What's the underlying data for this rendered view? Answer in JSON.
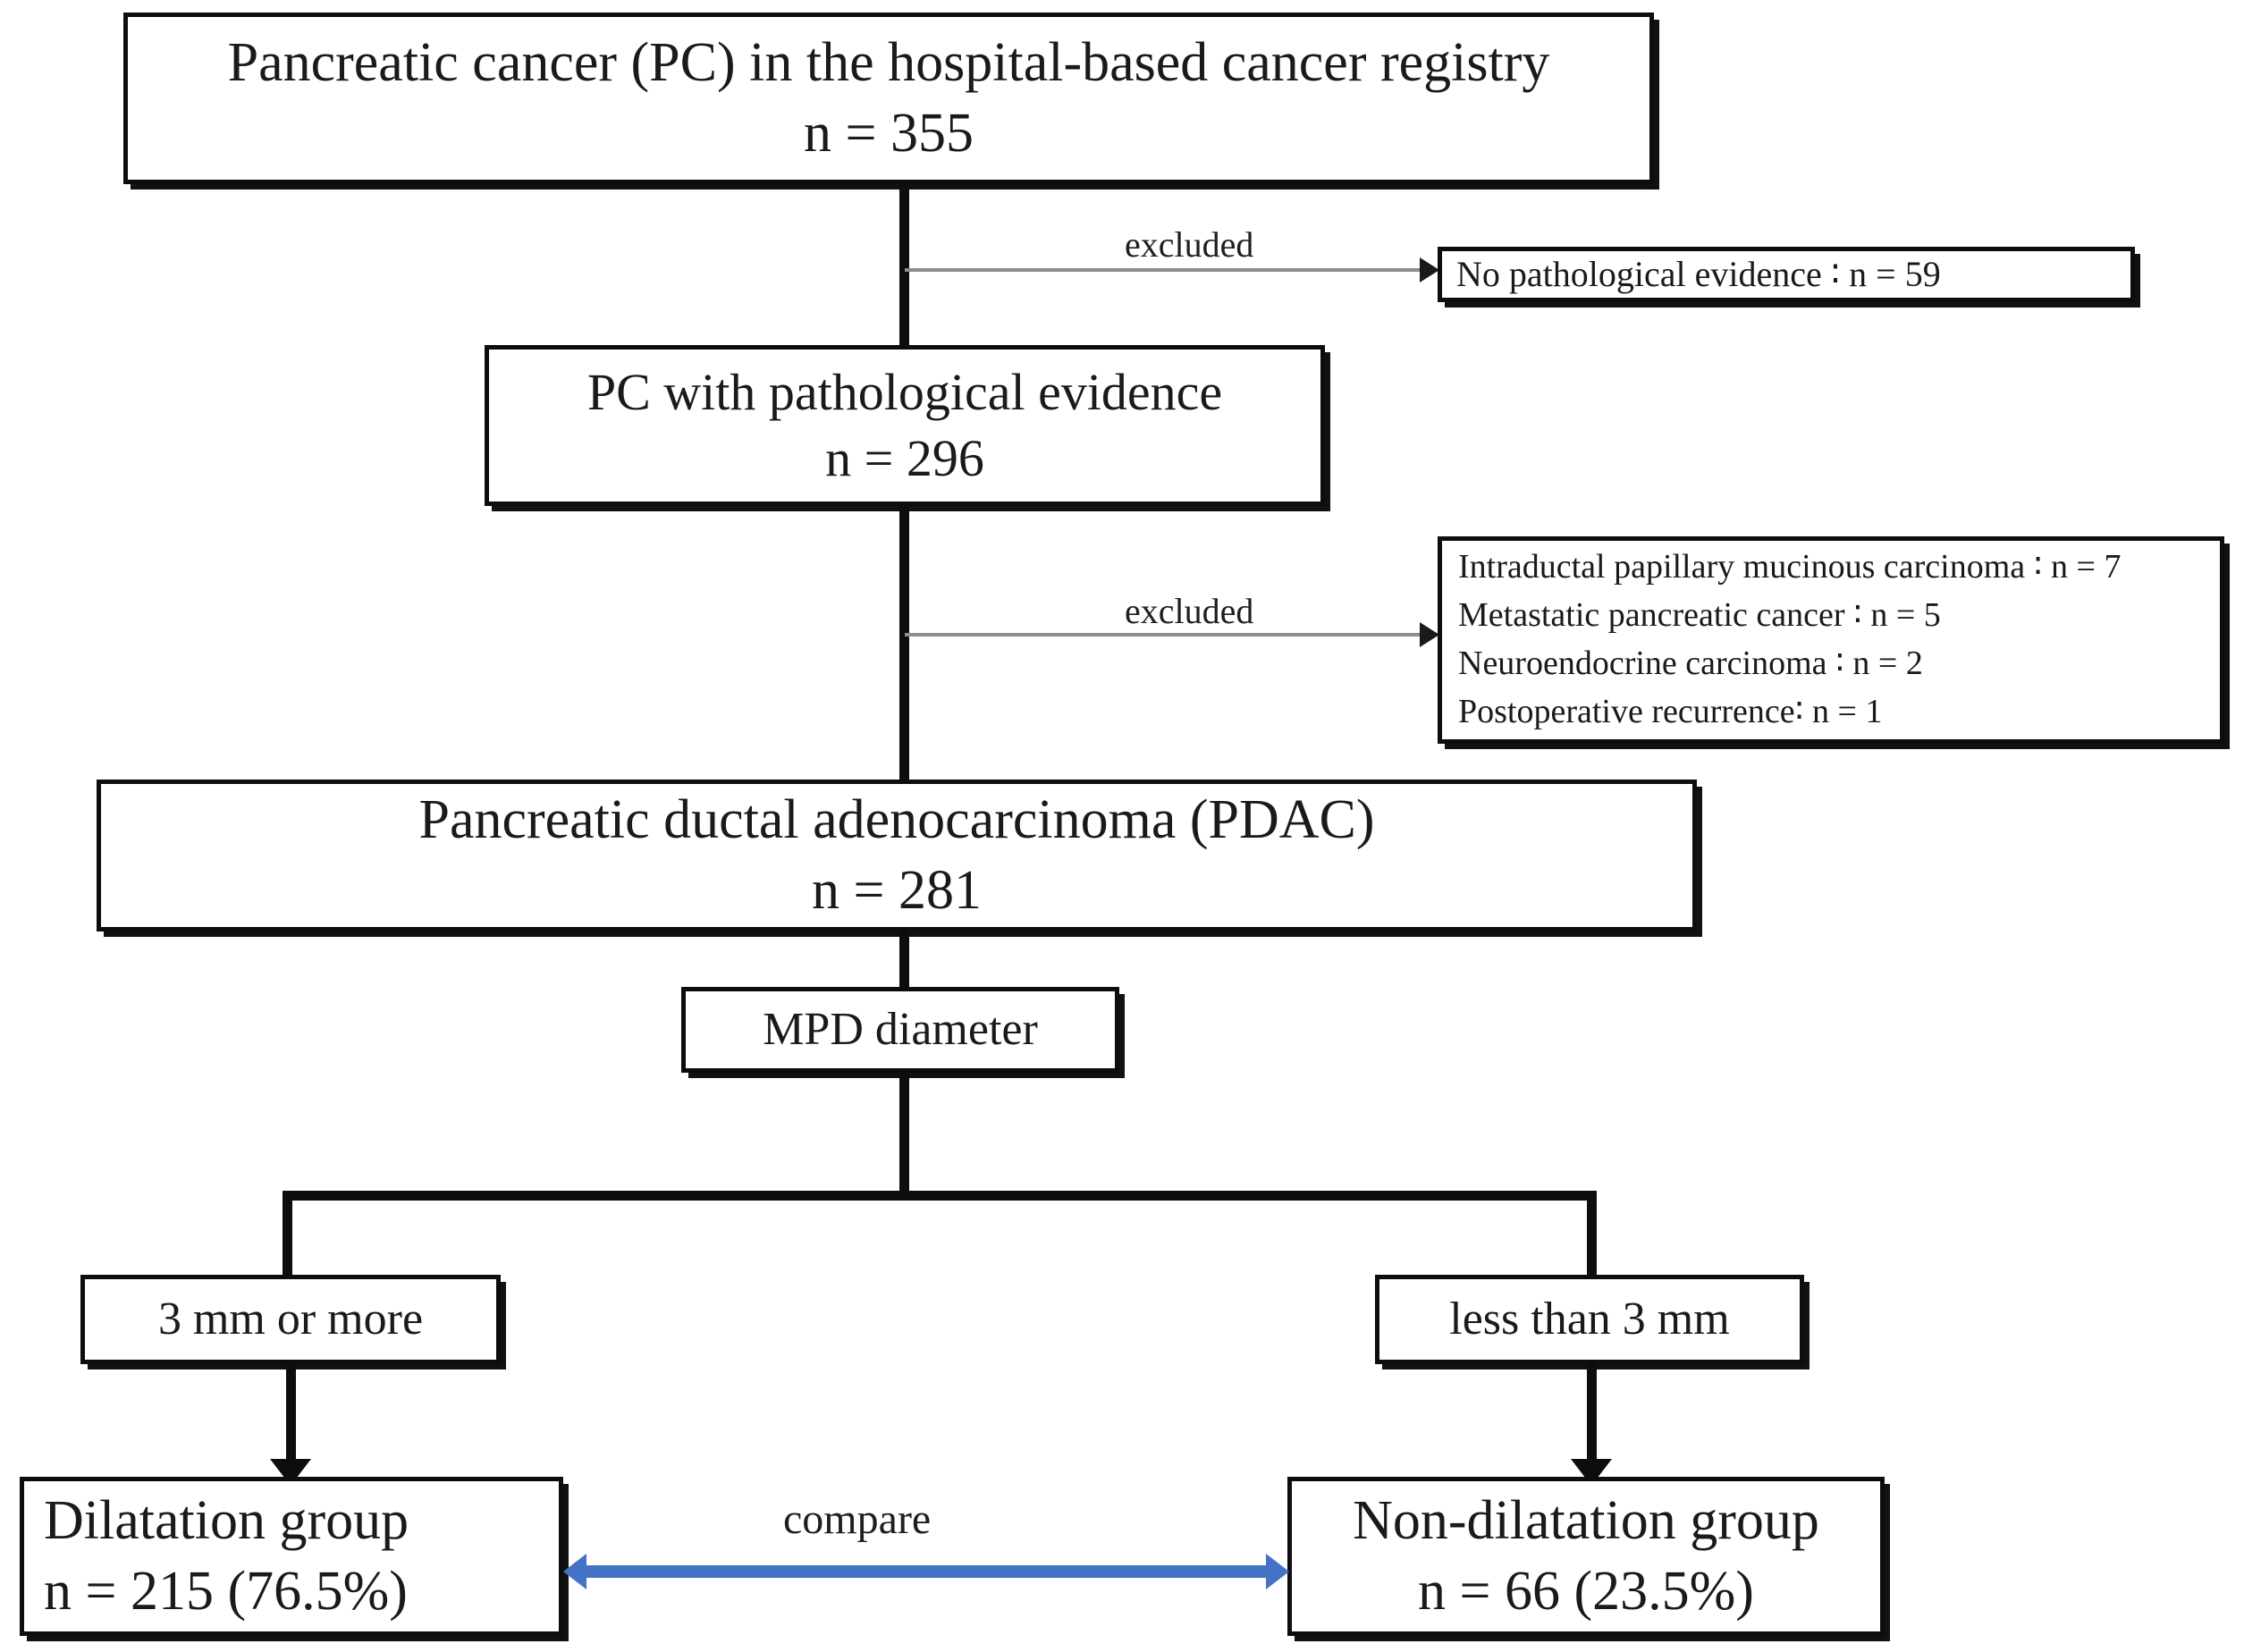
{
  "figure": {
    "type": "flowchart",
    "title": "Patient selection flow diagram for pancreatic ductal adenocarcinoma MPD dilatation study",
    "accent_blue": "#4472C4",
    "line_black": "#0d0d0d",
    "line_gray": "#8d8d8d"
  },
  "nodes": {
    "registry": {
      "line1": "Pancreatic cancer (PC) in  the hospital-based cancer registry",
      "line2": "n = 355"
    },
    "pathological": {
      "line1": "PC with pathological evidence",
      "line2": "n = 296"
    },
    "pdac": {
      "line1": "Pancreatic ductal adenocarcinoma (PDAC)",
      "line2": "n = 281"
    },
    "mpd": {
      "line1": "MPD diameter"
    },
    "threshold_left": {
      "line1": "3 mm or more"
    },
    "threshold_right": {
      "line1": "less than 3 mm"
    },
    "dilatation": {
      "line1": "Dilatation group",
      "line2": "n = 215 (76.5%)"
    },
    "non_dilatation": {
      "line1": "Non-dilatation group",
      "line2": "n = 66 (23.5%)"
    }
  },
  "exclusions": {
    "first": {
      "edge_label": "excluded",
      "line1": "No pathological evidence ∶ n = 59"
    },
    "second": {
      "edge_label": "excluded",
      "line1": "Intraductal papillary mucinous carcinoma ∶ n = 7",
      "line2": "Metastatic pancreatic cancer ∶ n = 5",
      "line3": "Neuroendocrine carcinoma ∶ n = 2",
      "line4": "Postoperative recurrence∶ n = 1"
    }
  },
  "compare": {
    "label": "compare"
  },
  "chart_data": {
    "type": "table",
    "title": "Patient selection flow",
    "stages": [
      {
        "label": "Pancreatic cancer (PC) in the hospital-based cancer registry",
        "n": 355
      },
      {
        "label": "PC with pathological evidence",
        "n": 296
      },
      {
        "label": "Pancreatic ductal adenocarcinoma (PDAC)",
        "n": 281
      }
    ],
    "excluded": [
      {
        "label": "No pathological evidence",
        "n": 59,
        "stage": 1
      },
      {
        "label": "Intraductal papillary mucinous carcinoma",
        "n": 7,
        "stage": 2
      },
      {
        "label": "Metastatic pancreatic cancer",
        "n": 5,
        "stage": 2
      },
      {
        "label": "Neuroendocrine carcinoma",
        "n": 2,
        "stage": 2
      },
      {
        "label": "Postoperative recurrence",
        "n": 1,
        "stage": 2
      }
    ],
    "split_criterion": "MPD diameter",
    "groups": [
      {
        "label": "Dilatation group",
        "criterion": "3 mm or more",
        "n": 215,
        "percent": 76.5
      },
      {
        "label": "Non-dilatation group",
        "criterion": "less than 3 mm",
        "n": 66,
        "percent": 23.5
      }
    ]
  }
}
